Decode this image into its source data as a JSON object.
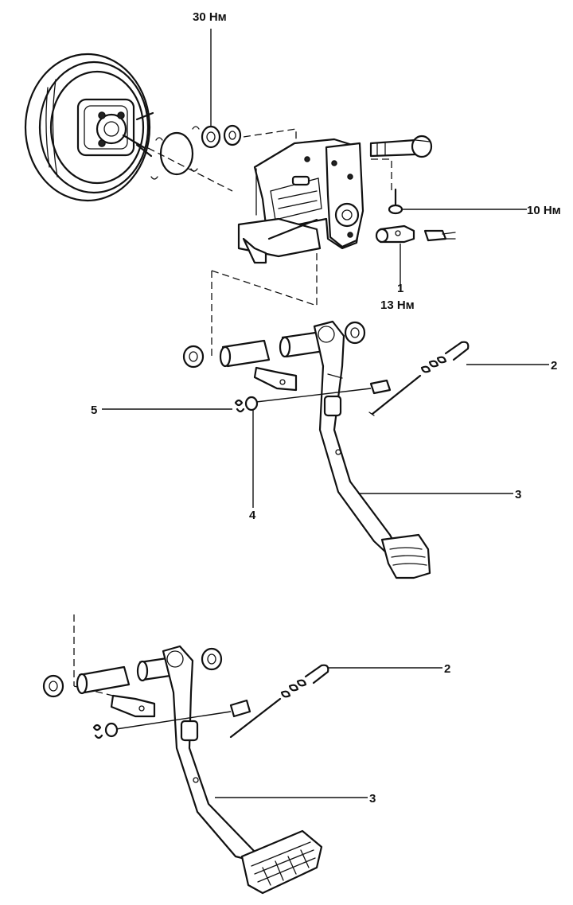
{
  "labels": {
    "torque_booster_nut": "30 Нм",
    "torque_bracket_bolt": "10 Нм",
    "callout_1": "1",
    "torque_clevis": "13 Нм",
    "callout_2_top": "2",
    "callout_3_top": "3",
    "callout_4": "4",
    "callout_5": "5",
    "callout_2_bottom": "2",
    "callout_3_bottom": "3"
  }
}
